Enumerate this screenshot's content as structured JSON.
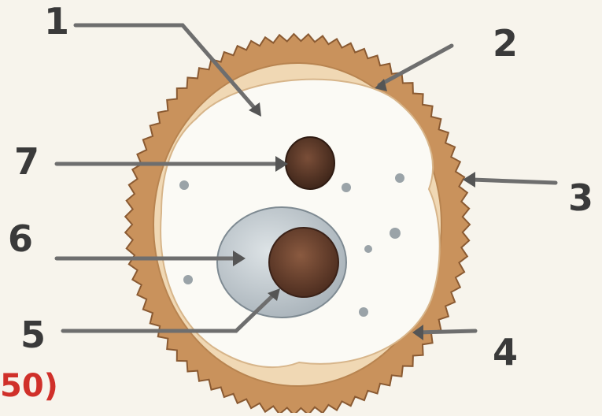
{
  "labels": {
    "l1": "1",
    "l2": "2",
    "l3": "3",
    "l4": "4",
    "l5": "5",
    "l6": "6",
    "l7": "7"
  },
  "figure_number_fragment": "50)",
  "colors": {
    "background": "#f7f4ec",
    "wall": "#c9925c",
    "wall_edge": "#8a5a32",
    "inner_layer": "#f0d8b4",
    "cytoplasm": "#fbfaf5",
    "vacuole": "#b9c2c8",
    "nucleus": "#6b4230",
    "pointer_line": "#6e6e6e",
    "label_text": "#3a3a3a",
    "figure_number": "#d0302a"
  }
}
